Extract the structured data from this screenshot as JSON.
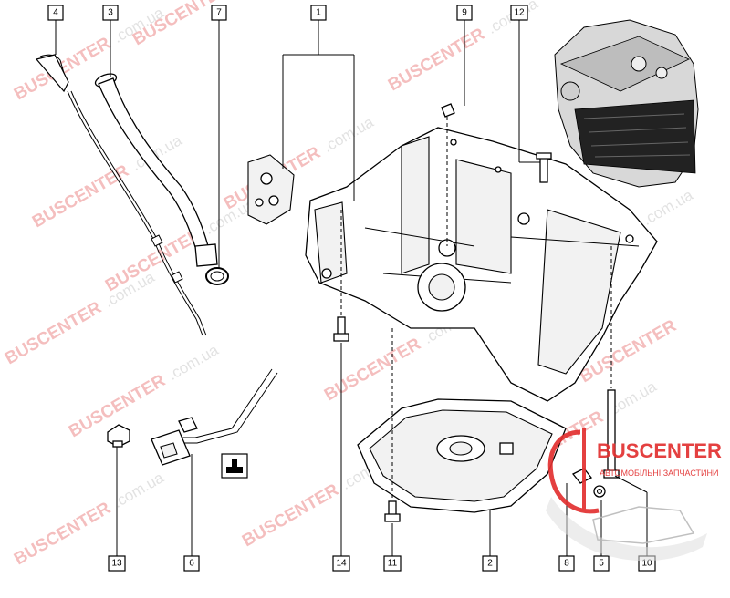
{
  "diagram": {
    "callouts": [
      "1",
      "2",
      "3",
      "4",
      "5",
      "6",
      "7",
      "8",
      "9",
      "10",
      "11",
      "12",
      "13",
      "14"
    ]
  },
  "watermark": {
    "brand": "BUSCENTER",
    "domain": ".com.ua",
    "color": "#e24848"
  },
  "logo": {
    "brand": "BUSCENTER",
    "tagline": "АВТОМОБІЛЬНІ ЗАПЧАСТИНИ",
    "color": "#e23030"
  },
  "icons": {
    "torque_note": "tool-note-icon"
  }
}
